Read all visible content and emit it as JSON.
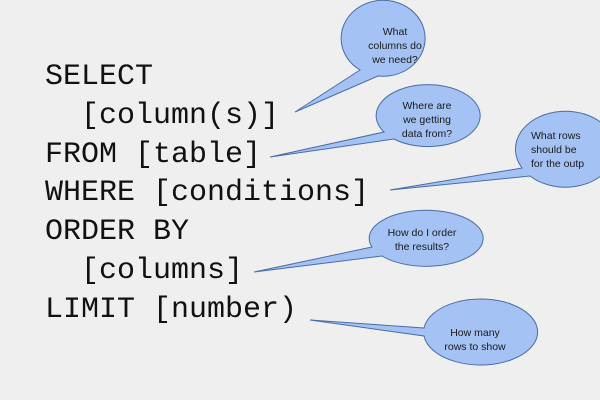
{
  "sql": {
    "lines": [
      "SELECT",
      "  [column(s)]",
      "FROM [table]",
      "WHERE [conditions]",
      "ORDER BY",
      "  [columns]",
      "LIMIT [number)"
    ]
  },
  "bubbles": [
    {
      "text": "What\ncolumns do\nwe need?"
    },
    {
      "text": "Where are\nwe getting\ndata from?"
    },
    {
      "text": "What rows\nshould be\nfor the outp"
    },
    {
      "text": "How do I order\nthe results?"
    },
    {
      "text": "How many\nrows to show"
    }
  ],
  "colors": {
    "background": "#efefef",
    "bubble_fill": "#a4c2f4",
    "bubble_stroke": "#4a6da7",
    "text": "#111111"
  }
}
